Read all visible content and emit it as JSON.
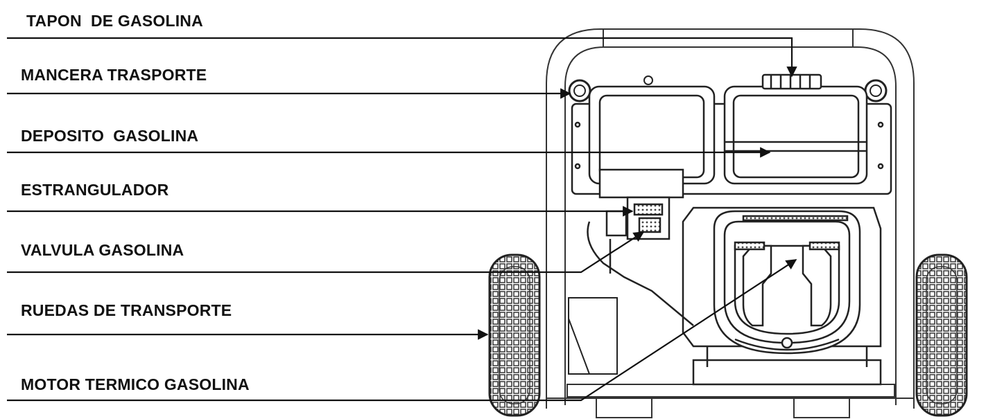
{
  "labels": {
    "tapon": "TAPON  DE GASOLINA",
    "mancera": "MANCERA TRASPORTE",
    "deposito": "DEPOSITO  GASOLINA",
    "estrangulador": "ESTRANGULADOR",
    "valvula": "VALVULA GASOLINA",
    "ruedas": "RUEDAS DE TRANSPORTE",
    "motor": "MOTOR TERMICO GASOLINA"
  },
  "colors": {
    "ink": "#111111",
    "line": "#222222",
    "fill": "#ffffff"
  }
}
